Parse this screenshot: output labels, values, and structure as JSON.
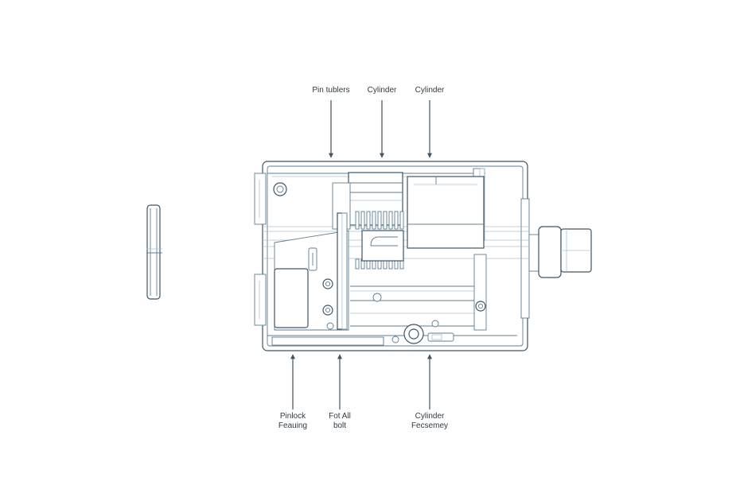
{
  "labels": {
    "top": [
      {
        "id": "pin-tumblers",
        "text": "Pin tublers"
      },
      {
        "id": "cylinder-1",
        "text": "Cylinder"
      },
      {
        "id": "cylinder-2",
        "text": "Cylinder"
      }
    ],
    "bottom": [
      {
        "id": "pinlock-housing",
        "line1": "Pinlock",
        "line2": "Feauing"
      },
      {
        "id": "fot-all-bolt",
        "line1": "Fot All",
        "line2": "bolt"
      },
      {
        "id": "cylinder-assembly",
        "line1": "Cylinder",
        "line2": "Fecsemey"
      }
    ]
  },
  "colors": {
    "stroke": "#3d5566",
    "stroke_light": "#5f7d92",
    "guide": "#a9c0d0",
    "text": "#2f3b44"
  }
}
